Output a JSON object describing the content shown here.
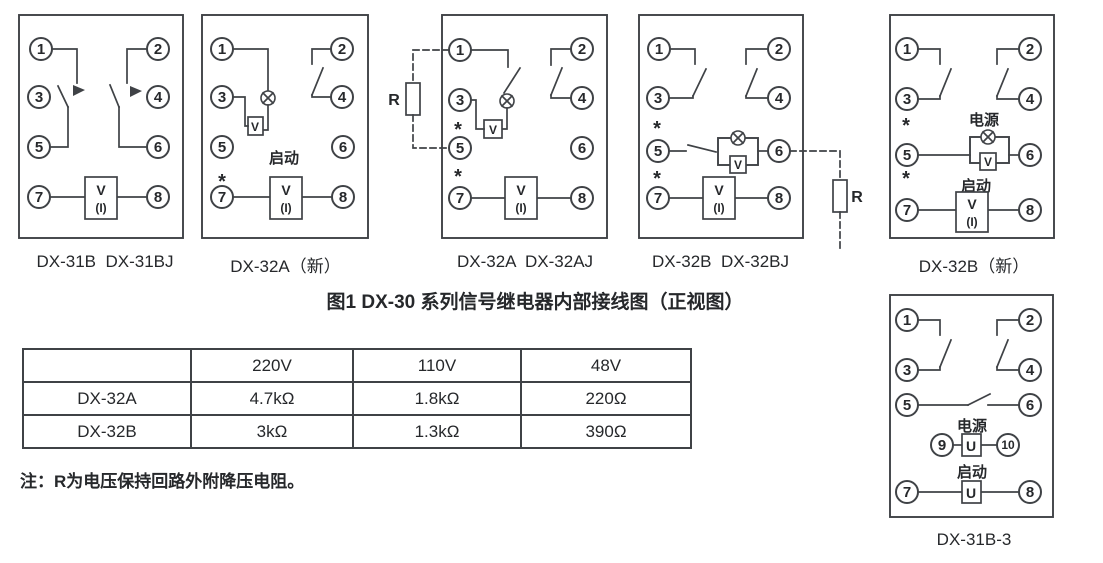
{
  "colors": {
    "ink": "#3f4246",
    "text": "#26282b",
    "background": "#ffffff"
  },
  "caption": "图1 DX-30 系列信号继电器内部接线图（正视图）",
  "note": "注：R为电压保持回路外附降压电阻。",
  "terminals": {
    "t1": "1",
    "t2": "2",
    "t3": "3",
    "t4": "4",
    "t5": "5",
    "t6": "6",
    "t7": "7",
    "t8": "8",
    "t9": "9",
    "t10": "10"
  },
  "symbols": {
    "voltage_coil": "V",
    "current_coil": "(I)",
    "voltage_u": "U",
    "resistor": "R",
    "polarity_star": "*",
    "start_label": "启动",
    "power_label": "电源"
  },
  "diagrams": [
    {
      "label": "DX-31B  DX-31BJ"
    },
    {
      "label": "DX-32A（新）"
    },
    {
      "label": "DX-32A  DX-32AJ"
    },
    {
      "label": "DX-32B  DX-32BJ"
    },
    {
      "label": "DX-32B（新）"
    },
    {
      "label": "DX-31B-3"
    }
  ],
  "table": {
    "headers": [
      "",
      "220V",
      "110V",
      "48V"
    ],
    "rows": [
      [
        "DX-32A",
        "4.7kΩ",
        "1.8kΩ",
        "220Ω"
      ],
      [
        "DX-32B",
        "3kΩ",
        "1.3kΩ",
        "390Ω"
      ]
    ]
  }
}
